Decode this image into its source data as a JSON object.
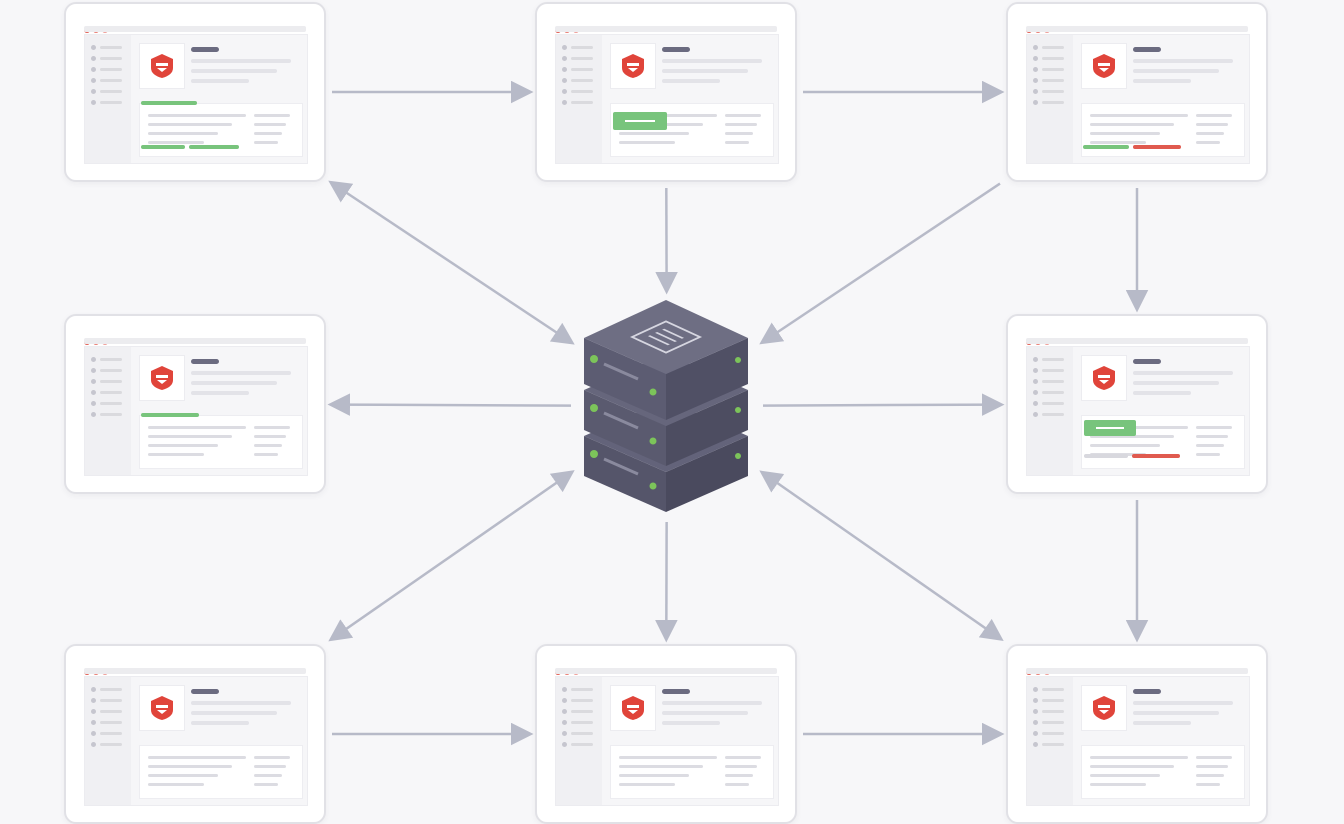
{
  "diagram": {
    "type": "hub-and-spoke network",
    "hub": {
      "kind": "server-stack",
      "icon": "server-stack-icon",
      "layers": 3,
      "accent_light": "#7cc45a"
    },
    "nodes": [
      {
        "id": "n1",
        "kind": "app-window",
        "position": "top-left",
        "icon": "shield-icon",
        "footer": "two-green"
      },
      {
        "id": "n2",
        "kind": "app-window",
        "position": "top-center",
        "icon": "shield-icon",
        "footer": "green-button"
      },
      {
        "id": "n3",
        "kind": "app-window",
        "position": "top-right",
        "icon": "shield-icon",
        "footer": "green-red"
      },
      {
        "id": "n4",
        "kind": "app-window",
        "position": "middle-left",
        "icon": "shield-icon",
        "footer": "green-header"
      },
      {
        "id": "n5",
        "kind": "app-window",
        "position": "middle-right",
        "icon": "shield-icon",
        "footer": "green-button-red"
      },
      {
        "id": "n6",
        "kind": "app-window",
        "position": "bottom-left",
        "icon": "shield-icon",
        "footer": "none"
      },
      {
        "id": "n7",
        "kind": "app-window",
        "position": "bottom-center",
        "icon": "shield-icon",
        "footer": "none"
      },
      {
        "id": "n8",
        "kind": "app-window",
        "position": "bottom-right",
        "icon": "shield-icon",
        "footer": "none"
      }
    ],
    "connections": [
      {
        "from": "n1",
        "to": "n2",
        "direction": "forward"
      },
      {
        "from": "n2",
        "to": "n3",
        "direction": "forward"
      },
      {
        "from": "n1",
        "to": "hub",
        "direction": "both"
      },
      {
        "from": "n2",
        "to": "hub",
        "direction": "forward"
      },
      {
        "from": "n3",
        "to": "hub",
        "direction": "forward"
      },
      {
        "from": "n3",
        "to": "n5",
        "direction": "forward"
      },
      {
        "from": "hub",
        "to": "n4",
        "direction": "forward"
      },
      {
        "from": "hub",
        "to": "n5",
        "direction": "forward"
      },
      {
        "from": "hub",
        "to": "n6",
        "direction": "both"
      },
      {
        "from": "hub",
        "to": "n7",
        "direction": "forward"
      },
      {
        "from": "hub",
        "to": "n8",
        "direction": "both"
      },
      {
        "from": "n5",
        "to": "n8",
        "direction": "forward"
      },
      {
        "from": "n6",
        "to": "n7",
        "direction": "forward"
      },
      {
        "from": "n7",
        "to": "n8",
        "direction": "forward"
      }
    ],
    "colors": {
      "background": "#f7f7f9",
      "arrow": "#b7bac8",
      "server_top": "#6e6e83",
      "server_side": "#55556a",
      "shield": "#e0443a",
      "status_green": "#78c47c",
      "status_red": "#e05a4f"
    }
  }
}
